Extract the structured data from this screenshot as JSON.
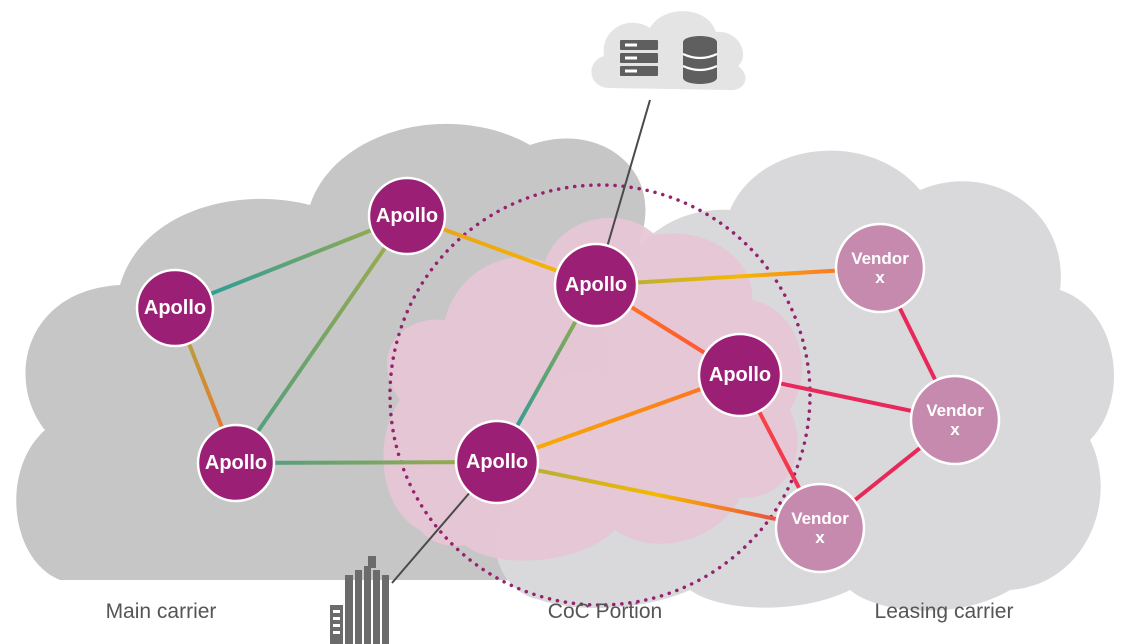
{
  "diagram": {
    "regions": [
      {
        "id": "main",
        "label": "Main carrier"
      },
      {
        "id": "coc",
        "label": "CoC Portion"
      },
      {
        "id": "leasing",
        "label": "Leasing carrier"
      }
    ],
    "nodes": [
      {
        "id": "apollo-top",
        "lines": [
          "Apollo"
        ],
        "kind": "apollo"
      },
      {
        "id": "apollo-left",
        "lines": [
          "Apollo"
        ],
        "kind": "apollo"
      },
      {
        "id": "apollo-bottom-left",
        "lines": [
          "Apollo"
        ],
        "kind": "apollo"
      },
      {
        "id": "apollo-coc-top",
        "lines": [
          "Apollo"
        ],
        "kind": "apollo"
      },
      {
        "id": "apollo-coc-right",
        "lines": [
          "Apollo"
        ],
        "kind": "apollo"
      },
      {
        "id": "apollo-coc-bottom",
        "lines": [
          "Apollo"
        ],
        "kind": "apollo"
      },
      {
        "id": "vendor-top",
        "lines": [
          "Vendor",
          "x"
        ],
        "kind": "vendor"
      },
      {
        "id": "vendor-mid",
        "lines": [
          "Vendor",
          "x"
        ],
        "kind": "vendor"
      },
      {
        "id": "vendor-bottom",
        "lines": [
          "Vendor",
          "x"
        ],
        "kind": "vendor"
      }
    ],
    "links": [
      {
        "from": "apollo-left",
        "to": "apollo-top",
        "colors": [
          "#1a9aa5",
          "#a3ad45"
        ]
      },
      {
        "from": "apollo-left",
        "to": "apollo-bottom-left",
        "colors": [
          "#a3ad45",
          "#ff6a22"
        ]
      },
      {
        "from": "apollo-top",
        "to": "apollo-bottom-left",
        "colors": [
          "#a3ad45",
          "#4a9d86"
        ]
      },
      {
        "from": "apollo-bottom-left",
        "to": "apollo-coc-bottom",
        "colors": [
          "#4a9d86",
          "#a3ad45"
        ]
      },
      {
        "from": "apollo-top",
        "to": "apollo-coc-top",
        "colors": [
          "#e8a020",
          "#f5b800"
        ]
      },
      {
        "from": "apollo-coc-top",
        "to": "apollo-coc-bottom",
        "colors": [
          "#a3ad45",
          "#1a9aa5"
        ]
      },
      {
        "from": "apollo-coc-top",
        "to": "apollo-coc-right",
        "colors": [
          "#ff7a1a",
          "#ff4d3d"
        ]
      },
      {
        "from": "apollo-coc-top",
        "to": "vendor-top",
        "colors": [
          "#a3ad45",
          "#f5b800",
          "#ff5a36"
        ]
      },
      {
        "from": "apollo-coc-bottom",
        "to": "apollo-coc-right",
        "colors": [
          "#f5b800",
          "#ff6a22"
        ]
      },
      {
        "from": "apollo-coc-bottom",
        "to": "vendor-bottom",
        "colors": [
          "#a3ad45",
          "#f5b800",
          "#e8285a"
        ]
      },
      {
        "from": "apollo-coc-right",
        "to": "vendor-mid",
        "colors": [
          "#e8285a",
          "#e8285a"
        ]
      },
      {
        "from": "apollo-coc-right",
        "to": "vendor-bottom",
        "colors": [
          "#ff4d3d",
          "#e8285a"
        ]
      },
      {
        "from": "vendor-top",
        "to": "vendor-mid",
        "colors": [
          "#e8285a",
          "#e8285a"
        ]
      },
      {
        "from": "vendor-mid",
        "to": "vendor-bottom",
        "colors": [
          "#e8285a",
          "#e8285a"
        ]
      }
    ],
    "colors": {
      "apollo_fill": "#9b1f75",
      "vendor_fill": "#c58aae",
      "node_stroke": "#ffffff",
      "cloud_main": "#c6c6c6",
      "cloud_leasing": "#d9d9db",
      "coc_fill": "#e6c6d6",
      "coc_dots": "#94226f",
      "connector_line": "#4a4a4a",
      "cloud_small": "#e4e4e4",
      "server_icon": "#5f5f5f",
      "building_icon": "#6b6b6b"
    },
    "icons": {
      "datacenter": "server-database-icon",
      "enterprise": "office-building-icon"
    }
  }
}
